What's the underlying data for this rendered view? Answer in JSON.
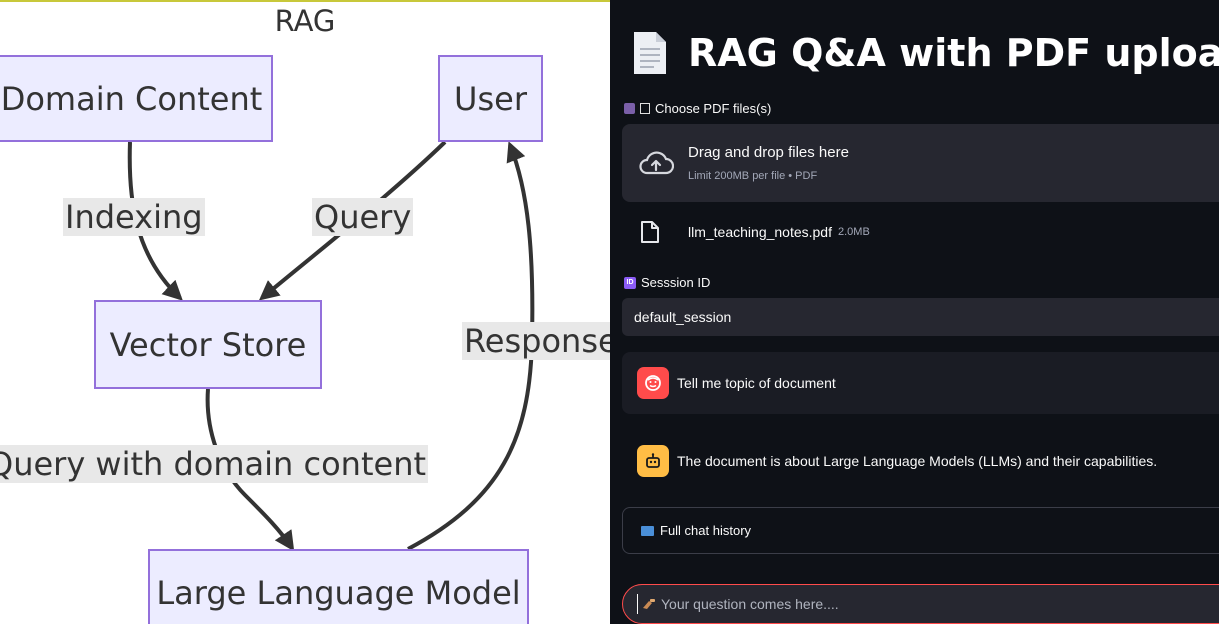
{
  "diagram": {
    "title": "RAG",
    "nodes": {
      "domain_content": "Domain Content",
      "user": "User",
      "vector_store": "Vector Store",
      "llm": "Large Language Model"
    },
    "edges": {
      "indexing": "Indexing",
      "query": "Query",
      "query_with_domain": "Query with domain content",
      "response": "Response"
    }
  },
  "app": {
    "title": "RAG Q&A with PDF uploades",
    "uploader": {
      "label": "Choose PDF files(s)",
      "drag_text": "Drag and drop files here",
      "limit_text": "Limit 200MB per file • PDF"
    },
    "uploaded_file": {
      "name": "llm_teaching_notes.pdf",
      "size": "2.0MB"
    },
    "session": {
      "badge": "ID",
      "label": "Sesssion ID",
      "value": "default_session"
    },
    "messages": [
      {
        "role": "user",
        "text": "Tell me topic of document"
      },
      {
        "role": "assistant",
        "text": "The document is about Large Language Models (LLMs) and their capabilities."
      }
    ],
    "history_expander": {
      "label": "Full chat history"
    },
    "chat_input": {
      "placeholder": "Your question comes here...."
    }
  },
  "colors": {
    "app_bg": "#0e1117",
    "widget_bg": "#262730",
    "user_avatar": "#ff4b4b",
    "assistant_avatar": "#ffbd45",
    "node_fill": "#ececff",
    "node_border": "#9370db",
    "edge_label_bg": "#e8e8e8"
  }
}
